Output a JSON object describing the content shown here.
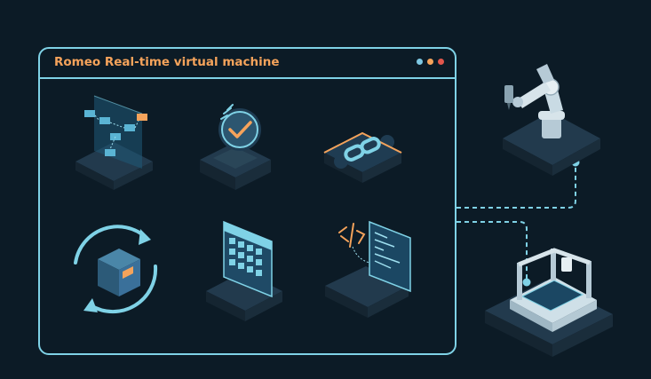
{
  "window": {
    "title": "Romeo Real-time virtual machine",
    "controls": [
      {
        "name": "dot-blue",
        "color": "#7ec8e3"
      },
      {
        "name": "dot-orange",
        "color": "#f5a35b"
      },
      {
        "name": "dot-red",
        "color": "#e2574c"
      }
    ]
  },
  "icons": [
    "workflow-diagram-icon",
    "check-timer-icon",
    "puzzle-link-icon",
    "sync-box-icon",
    "calendar-grid-icon",
    "code-laptop-icon",
    "robot-arm-icon",
    "3d-printer-icon"
  ],
  "colors": {
    "background": "#0c1b26",
    "accent": "#7fd2e6",
    "title": "#f5a35b",
    "platform_top": "#203548",
    "platform_side": "#14232f"
  }
}
